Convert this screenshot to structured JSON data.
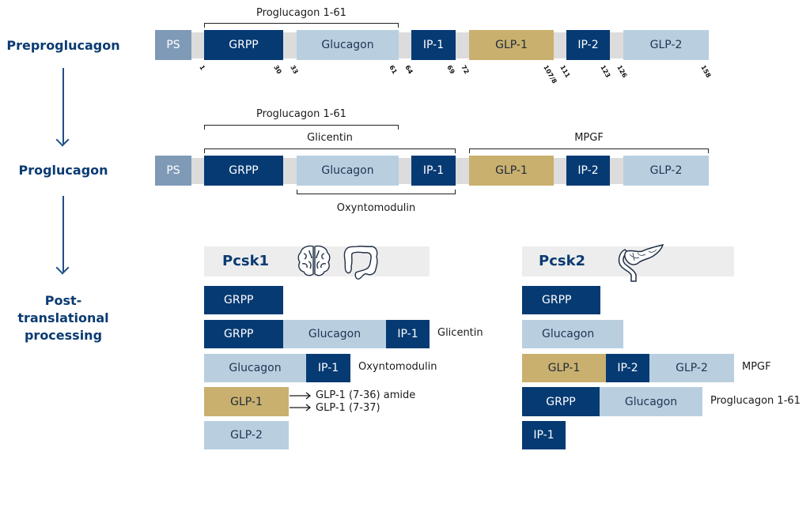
{
  "stages": {
    "preproglucagon": "Preproglucagon",
    "proglucagon": "Proglucagon",
    "post_translational_line1": "Post-translational",
    "post_translational_line2": "processing"
  },
  "preproglucagon_row": {
    "segments": [
      "PS",
      "GRPP",
      "Glucagon",
      "IP-1",
      "GLP-1",
      "IP-2",
      "GLP-2"
    ],
    "bracket_label": "Proglucagon 1-61",
    "residue_ticks": [
      "1",
      "30",
      "33",
      "61",
      "64",
      "69",
      "72",
      "107/8",
      "111",
      "123",
      "126",
      "158"
    ]
  },
  "proglucagon_row": {
    "segments": [
      "PS",
      "GRPP",
      "Glucagon",
      "IP-1",
      "GLP-1",
      "IP-2",
      "GLP-2"
    ],
    "brackets": {
      "proglucagon_1_61": "Proglucagon 1-61",
      "glicentin": "Glicentin",
      "mpgf": "MPGF",
      "oxyntomodulin": "Oxyntomodulin"
    }
  },
  "pcsk1": {
    "title": "Pcsk1",
    "icons": [
      "brain-icon",
      "intestine-icon"
    ],
    "rows": [
      {
        "segments": [
          "GRPP"
        ],
        "label": ""
      },
      {
        "segments": [
          "GRPP",
          "Glucagon",
          "IP-1"
        ],
        "label": "Glicentin"
      },
      {
        "segments": [
          "Glucagon",
          "IP-1"
        ],
        "label": "Oxyntomodulin"
      },
      {
        "segments": [
          "GLP-1"
        ],
        "products": [
          "GLP-1 (7-36) amide",
          "GLP-1 (7-37)"
        ]
      },
      {
        "segments": [
          "GLP-2"
        ],
        "label": ""
      }
    ]
  },
  "pcsk2": {
    "title": "Pcsk2",
    "icons": [
      "pancreas-icon"
    ],
    "rows": [
      {
        "segments": [
          "GRPP"
        ],
        "label": ""
      },
      {
        "segments": [
          "Glucagon"
        ],
        "label": ""
      },
      {
        "segments": [
          "GLP-1",
          "IP-2",
          "GLP-2"
        ],
        "label": "MPGF"
      },
      {
        "segments": [
          "GRPP",
          "Glucagon"
        ],
        "label": "Proglucagon 1-61"
      },
      {
        "segments": [
          "IP-1"
        ],
        "label": ""
      }
    ]
  },
  "colors": {
    "dark_blue": "#063a73",
    "light_blue": "#b9cfe0",
    "gold": "#c9b06e",
    "signal_peptide": "#7f9ab7",
    "spacer_gray": "#dcdcdc",
    "heading_blue": "#0b3b72"
  }
}
